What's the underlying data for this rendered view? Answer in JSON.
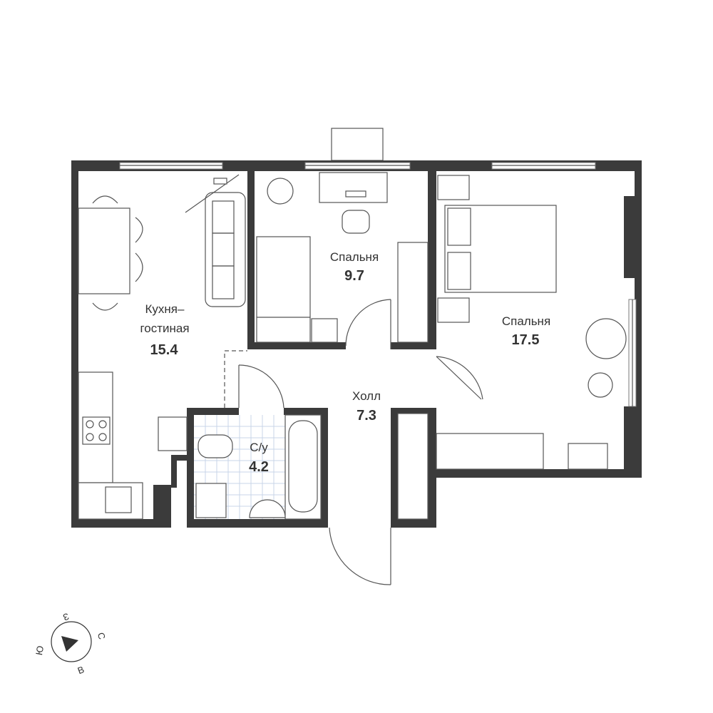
{
  "rooms": [
    {
      "name_line1": "Кухня–",
      "name_line2": "гостиная",
      "area": "15.4"
    },
    {
      "name": "Спальня",
      "area": "9.7"
    },
    {
      "name": "Спальня",
      "area": "17.5"
    },
    {
      "name": "Холл",
      "area": "7.3"
    },
    {
      "name": "С/у",
      "area": "4.2"
    }
  ],
  "compass": {
    "north": "С",
    "east": "В",
    "south": "Ю",
    "west": "З"
  },
  "colors": {
    "wall": "#3b3b3b",
    "tile": "#c8d6e8"
  }
}
